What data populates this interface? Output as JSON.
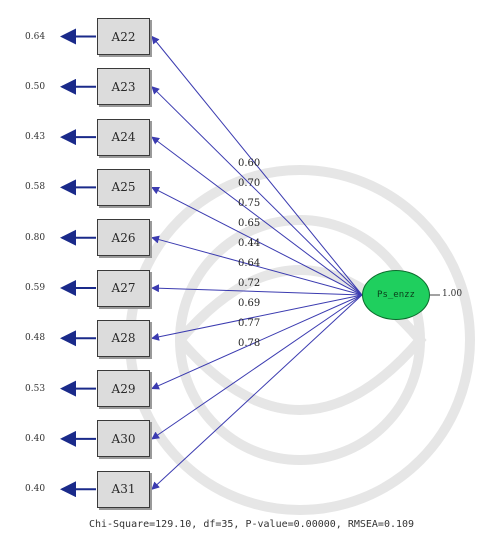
{
  "latent": {
    "label": "Ps_enzz",
    "variance": "1.00"
  },
  "indicators": [
    {
      "name": "A22",
      "error": "0.64",
      "loading": "0.60"
    },
    {
      "name": "A23",
      "error": "0.50",
      "loading": "0.70"
    },
    {
      "name": "A24",
      "error": "0.43",
      "loading": "0.75"
    },
    {
      "name": "A25",
      "error": "0.58",
      "loading": "0.65"
    },
    {
      "name": "A26",
      "error": "0.80",
      "loading": "0.44"
    },
    {
      "name": "A27",
      "error": "0.59",
      "loading": "0.64"
    },
    {
      "name": "A28",
      "error": "0.48",
      "loading": "0.72"
    },
    {
      "name": "A29",
      "error": "0.53",
      "loading": "0.69"
    },
    {
      "name": "A30",
      "error": "0.40",
      "loading": "0.77"
    },
    {
      "name": "A31",
      "error": "0.40",
      "loading": "0.78"
    }
  ],
  "fit_statistics": "Chi-Square=129.10, df=35, P-value=0.00000, RMSEA=0.109",
  "colors": {
    "latent_fill": "#1fcf5e",
    "path": "#3b3bb0",
    "error_arrow": "#1a2a8a"
  }
}
